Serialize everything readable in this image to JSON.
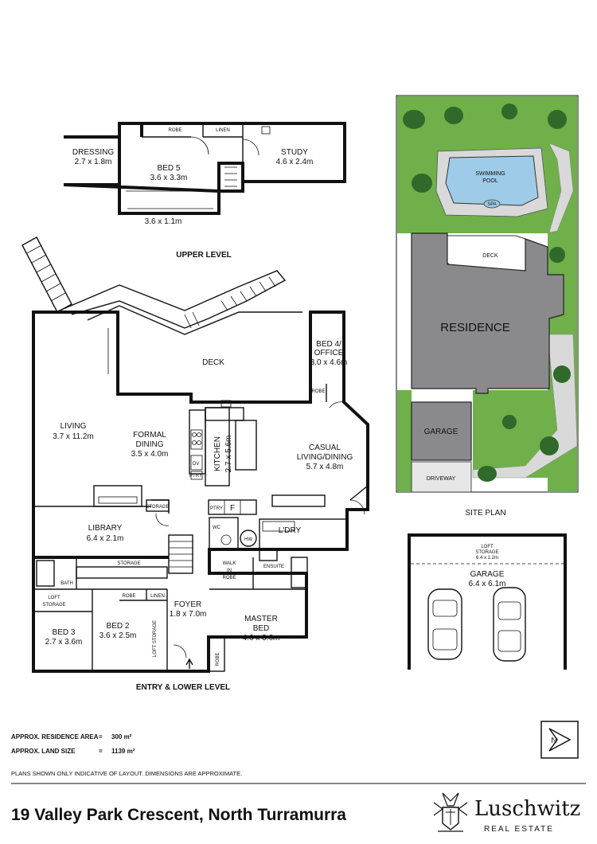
{
  "upper_level": {
    "caption": "UPPER LEVEL",
    "dressing": {
      "label": "DRESSING",
      "dim": "2.7 x 1.8m"
    },
    "robe": "ROBE",
    "linen": "LINEN",
    "bed5": {
      "label": "BED 5",
      "dim": "3.6 x 3.3m"
    },
    "study": {
      "label": "STUDY",
      "dim": "4.6 x 2.4m"
    },
    "balcony_dim": "3.6 x 1.1m"
  },
  "lower_level": {
    "caption": "ENTRY & LOWER LEVEL",
    "deck": "DECK",
    "bed4": {
      "label_line1": "BED 4/",
      "label_line2": "OFFICE",
      "dim": "3.0 x 4.6m"
    },
    "living": {
      "label": "LIVING",
      "dim": "3.7 x 11.2m"
    },
    "formal_dining": {
      "label_line1": "FORMAL",
      "label_line2": "DINING",
      "dim": "3.5 x 4.0m"
    },
    "kitchen": {
      "label": "KITCHEN",
      "dim": "2.7 x 5.6m"
    },
    "casual": {
      "label_line1": "CASUAL",
      "label_line2": "LIVING/DINING",
      "dim": "5.7 x 4.8m"
    },
    "robe_small": "ROBE",
    "ov": "OV",
    "ptry": "PTRY",
    "fridge": "F",
    "storage": "STORAGE",
    "library": {
      "label": "LIBRARY",
      "dim": "6.4 x 2.1m"
    },
    "wc": "WC",
    "hw": "HW",
    "ldry": "L'DRY",
    "bath": "BATH",
    "storage2": "STORAGE",
    "walk_in_robe_1": "WALK",
    "walk_in_robe_2": "IN",
    "walk_in_robe_3": "ROBE",
    "ensuite": "ENSUITE",
    "loft_storage_1": "LOFT",
    "loft_storage_2": "STORAGE",
    "robe2": "ROBE",
    "linen2": "LINEN",
    "bed3": {
      "label": "BED 3",
      "dim": "2.7 x 3.6m"
    },
    "bed2": {
      "label": "BED 2",
      "dim": "3.6 x 2.5m"
    },
    "loft_storage_vert": "LOFT STORAGE",
    "foyer": {
      "label": "FOYER",
      "dim": "1.8 x 7.0m"
    },
    "master": {
      "label_line1": "MASTER",
      "label_line2": "BED",
      "dim": "4.6 x 3.6m"
    },
    "robe3": "ROBE"
  },
  "site_plan": {
    "caption": "SITE PLAN",
    "pool_line1": "SWIMMING",
    "pool_line2": "POOL",
    "spa": "SPA",
    "deck": "DECK",
    "residence": "RESIDENCE",
    "garage": "GARAGE",
    "driveway": "DRIVEWAY"
  },
  "garage_plan": {
    "loft_line1": "LOFT",
    "loft_line2": "STORAGE",
    "loft_dim": "6.4 x 1.2m",
    "label": "GARAGE",
    "dim": "6.4 x 6.1m"
  },
  "stats": {
    "residence_label": "APPROX. RESIDENCE AREA",
    "residence_eq": "=",
    "residence_value": "300 m²",
    "land_label": "APPROX. LAND SIZE",
    "land_eq": "=",
    "land_value": "1139 m²"
  },
  "disclaimer": "PLANS SHOWN ONLY INDICATIVE OF LAYOUT.  DIMENSIONS ARE APPROXIMATE.",
  "compass_letter": "N",
  "address": "19 Valley Park Crescent, North Turramurra",
  "brand": {
    "name": "Luschwitz",
    "sub": "REAL ESTATE"
  },
  "colors": {
    "garden": "#6fb04a",
    "garden_dark": "#2f6a2a",
    "pool": "#9ecbe8",
    "residence": "#8a8a8c",
    "path": "#d9d9d9"
  }
}
